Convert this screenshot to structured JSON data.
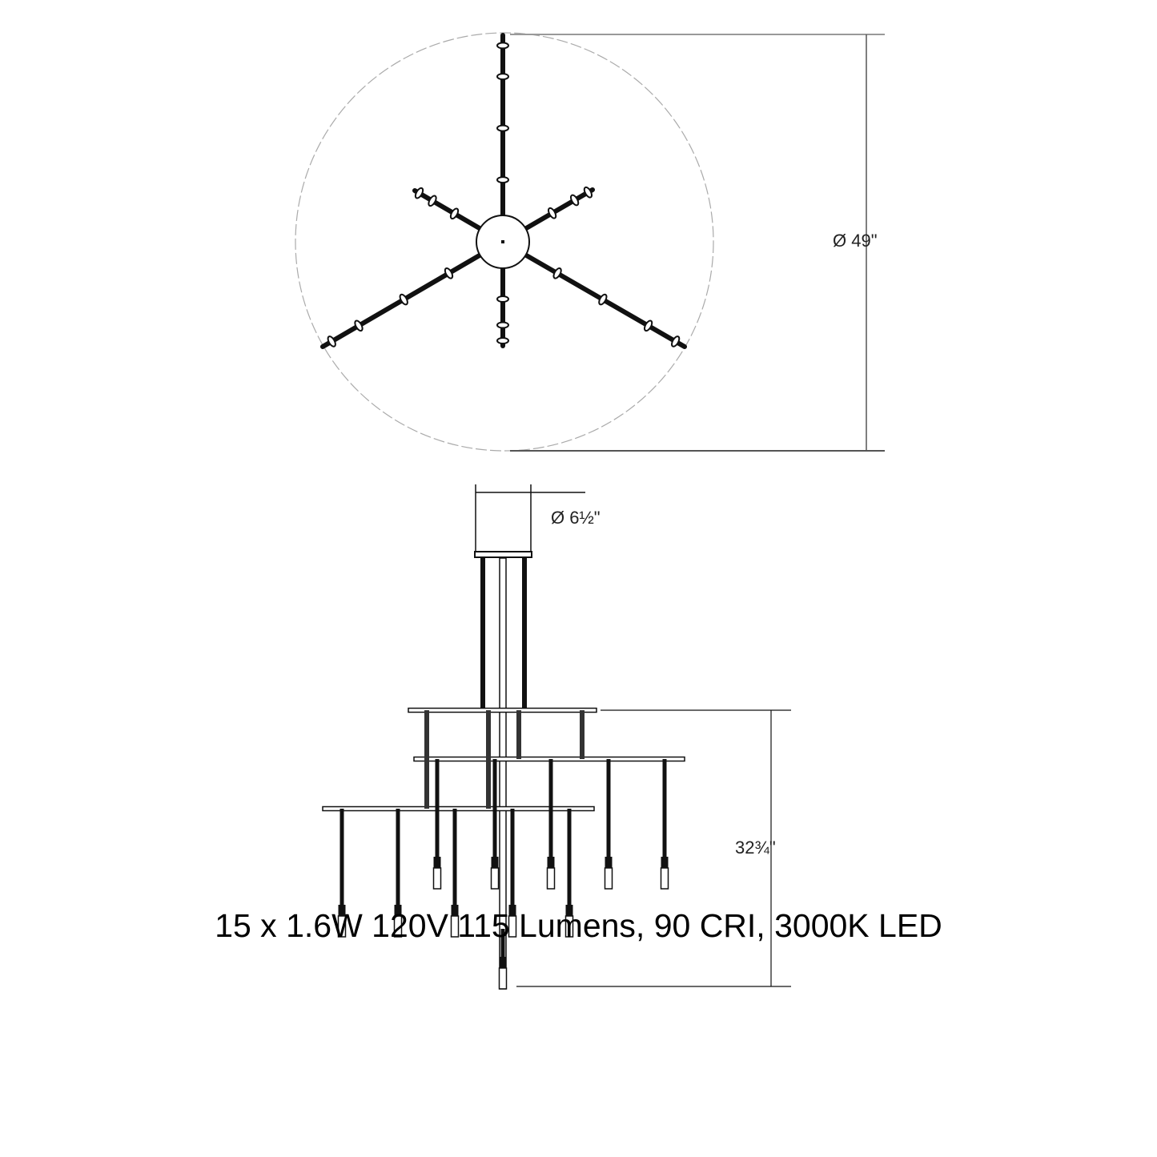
{
  "top_view": {
    "diameter_label": "Ø 49\""
  },
  "side_view": {
    "canopy_diameter_label": "Ø 6½\"",
    "height_label": "32¾\""
  },
  "spec_text": "15 x 1.6W 120V 115 Lumens, 90 CRI, 3000K LED",
  "colors": {
    "line": "#111111",
    "guide": "#999999"
  }
}
